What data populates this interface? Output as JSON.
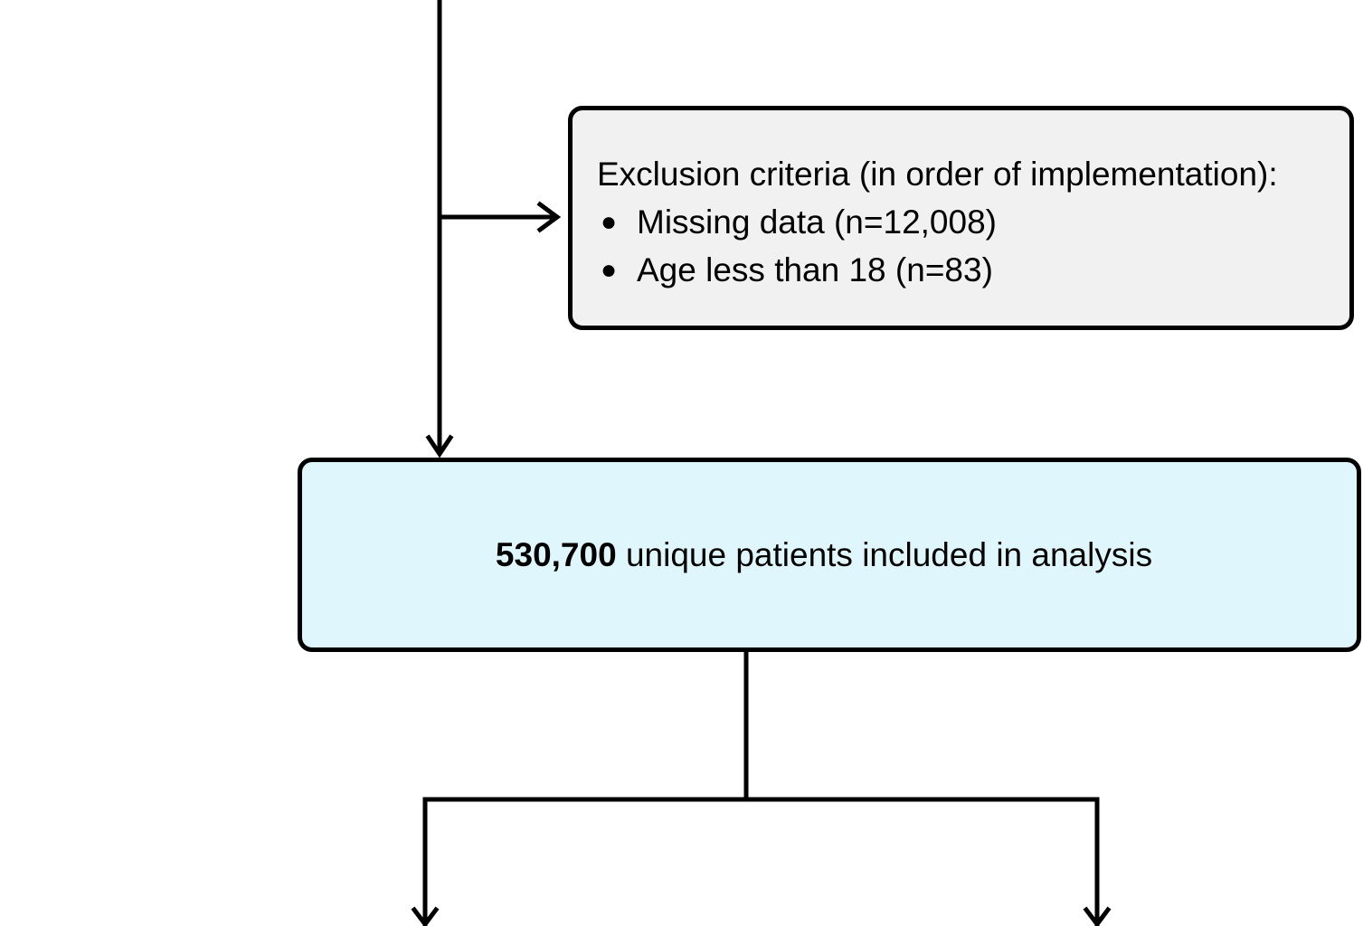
{
  "exclusion": {
    "heading": "Exclusion criteria (in order of implementation):",
    "bullet_symbol": "●",
    "items": [
      "Missing data (n=12,008)",
      "Age less than 18 (n=83)"
    ],
    "fill_color": "#f1f1f1"
  },
  "included": {
    "count": "530,700",
    "text": " unique patients included in analysis",
    "fill_color": "#dff7fc"
  },
  "colors": {
    "stroke": "#000000"
  }
}
